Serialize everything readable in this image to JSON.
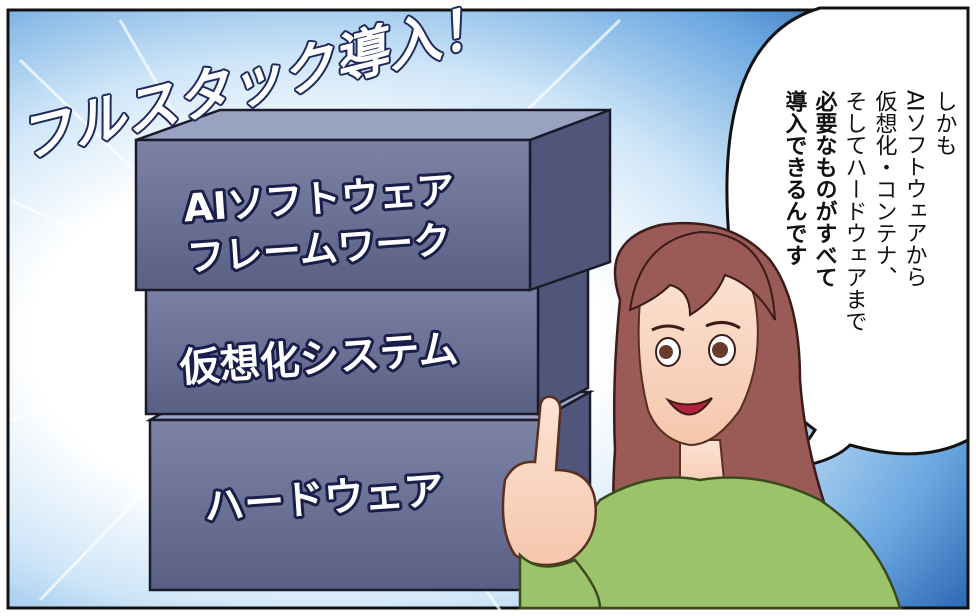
{
  "title": "フルスタック導入！",
  "stack": {
    "top": {
      "line1": "AIソフトウェア",
      "line2": "フレームワーク"
    },
    "middle": "仮想化システム",
    "bottom": "ハードウェア"
  },
  "speech": {
    "lines": [
      "しかも",
      "AIソフトウェアから",
      "仮想化・コンテナ、",
      "そしてハードウェアまで",
      "必要なものがすべて",
      "導入できるんです"
    ]
  },
  "colors": {
    "sky_top": "#1f5fb0",
    "sky_mid": "#8fc7ef",
    "box_front": "#6b7296",
    "box_top": "#9aa2c2",
    "box_side": "#50567a",
    "sweater": "#9bc46a",
    "hair": "#9a5a56"
  }
}
